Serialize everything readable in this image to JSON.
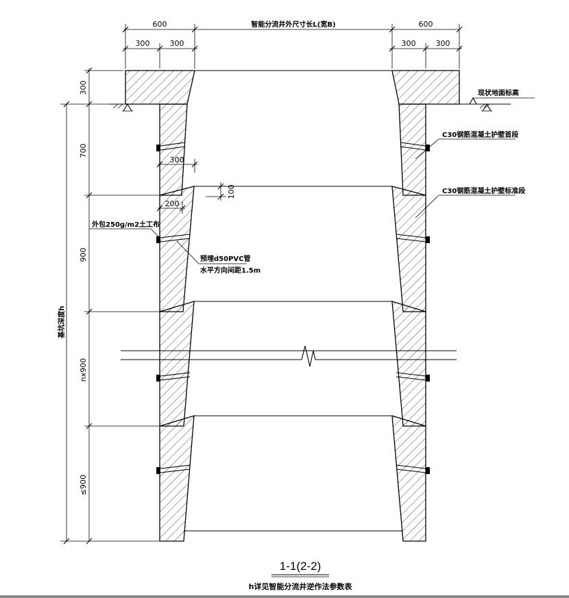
{
  "dimensions": {
    "left_wall_total": "600",
    "left_wall_part_a": "300",
    "left_wall_part_b": "300",
    "center_span": "智能分流井外尺寸长L(宽B)",
    "right_wall_total": "600",
    "right_wall_part_a": "300",
    "right_wall_part_b": "300",
    "top_collar_height": "300",
    "first_segment_height": "700",
    "standard_segment_height": "900",
    "repeat_segment_height": "nx900",
    "last_segment_height": "≤900",
    "depth_label": "基坑深度h",
    "step_offset_300": "300",
    "step_offset_200": "200",
    "gap_100": "100"
  },
  "annotations": {
    "ground_level": "现状地面标高",
    "first_section": "C30钢筋混凝土护壁首段",
    "standard_section": "C30钢筋混凝土护壁标准段",
    "geotextile": "外包250g/m2土工布",
    "pvc_pipe_line1": "预埋d50PVC管",
    "pvc_pipe_line2": "水平方向间距1.5m"
  },
  "title": {
    "section_name": "1-1(2-2)",
    "note": "h详见智能分流井逆作法参数表"
  },
  "colors": {
    "line": "#000000",
    "background": "#ffffff",
    "footer_bar": "#8a8a8a"
  }
}
